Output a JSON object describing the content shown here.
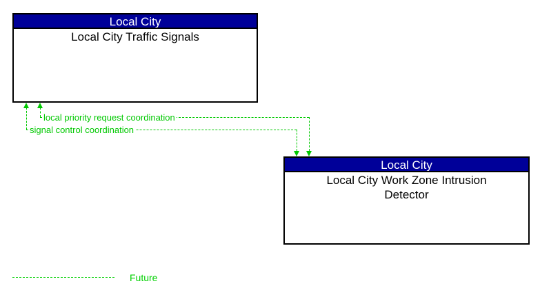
{
  "colors": {
    "entity_header_bg": "#000099",
    "entity_header_text": "#ffffff",
    "entity_border": "#000000",
    "entity_body_text": "#000000",
    "flow_green": "#00C800",
    "legend_green": "#00D000",
    "background": "#ffffff"
  },
  "entities": [
    {
      "group_label": "Local City",
      "name": "Local City Traffic Signals",
      "name_lines": [
        "Local City Traffic Signals"
      ]
    },
    {
      "group_label": "Local City",
      "name": "Local City Work Zone Intrusion Detector",
      "name_lines": [
        "Local City Work Zone Intrusion",
        "Detector"
      ]
    }
  ],
  "flows": [
    {
      "label": "local priority request coordination",
      "from": "Local City Work Zone Intrusion Detector",
      "to": "Local City Traffic Signals",
      "direction": "bidirectional",
      "line_style": "dashed"
    },
    {
      "label": "signal control coordination",
      "from": "Local City Work Zone Intrusion Detector",
      "to": "Local City Traffic Signals",
      "direction": "bidirectional",
      "line_style": "dashed"
    }
  ],
  "legend": {
    "items": [
      {
        "label": "Future",
        "line_style": "dashed"
      }
    ]
  }
}
